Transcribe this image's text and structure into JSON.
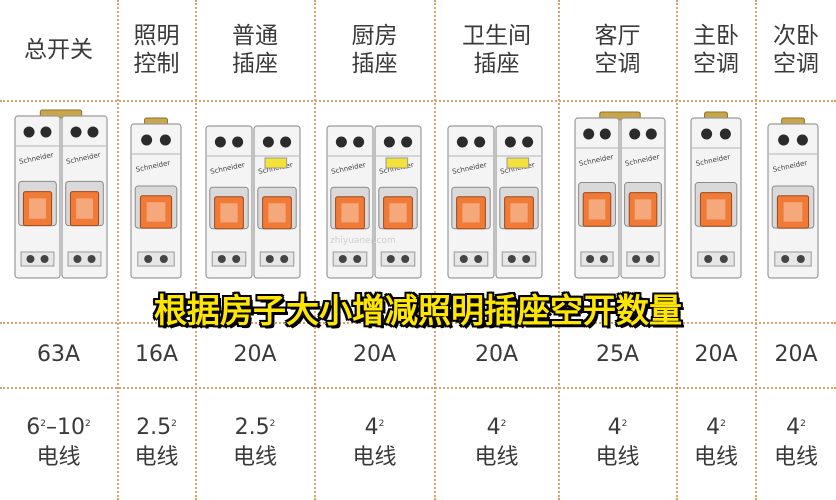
{
  "colors": {
    "grid": "#d8a36a",
    "banner": "#ffe600",
    "handle": "#f07a36",
    "body": "#f2f2f2"
  },
  "columns": [
    {
      "header": "总开关",
      "current": "63A",
      "wire_size": "6",
      "wire_size_b": "10",
      "wire_label": "电线",
      "poles": 2,
      "type": "main"
    },
    {
      "header": "照明\n控制",
      "current": "16A",
      "wire_size": "2.5",
      "wire_label": "电线",
      "poles": 1,
      "type": "mcb"
    },
    {
      "header": "普通\n插座",
      "current": "20A",
      "wire_size": "2.5",
      "wire_label": "电线",
      "poles": 2,
      "type": "rcbo"
    },
    {
      "header": "厨房\n插座",
      "current": "20A",
      "wire_size": "4",
      "wire_label": "电线",
      "poles": 2,
      "type": "rcbo"
    },
    {
      "header": "卫生间\n插座",
      "current": "20A",
      "wire_size": "4",
      "wire_label": "电线",
      "poles": 2,
      "type": "rcbo"
    },
    {
      "header": "客厅\n空调",
      "current": "25A",
      "wire_size": "4",
      "wire_label": "电线",
      "poles": 2,
      "type": "main"
    },
    {
      "header": "主卧\n空调",
      "current": "20A",
      "wire_size": "4",
      "wire_label": "电线",
      "poles": 1,
      "type": "mcb"
    },
    {
      "header": "次卧\n空调",
      "current": "20A",
      "wire_size": "4",
      "wire_label": "电线",
      "poles": 1,
      "type": "mcb"
    }
  ],
  "banner_text": "根据房子大小增减照明插座空开数量",
  "watermark": "zhiyuaner.com",
  "superscript": "2",
  "brand_text": "Schneider"
}
